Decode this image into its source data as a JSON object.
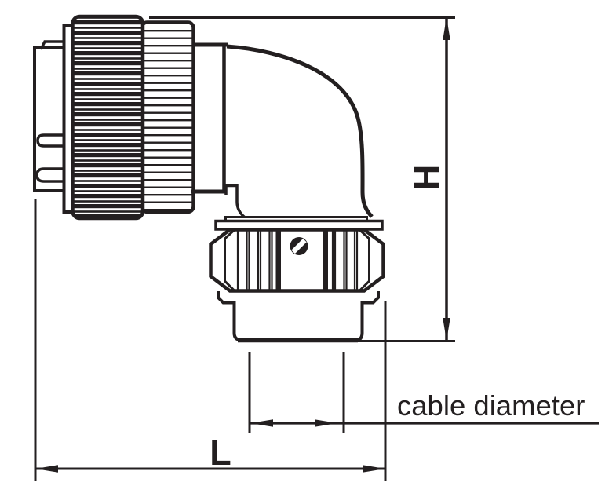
{
  "drawing": {
    "background_color": "#ffffff",
    "line_color": "#231f20"
  },
  "labels": {
    "height": "H",
    "length": "L",
    "cable": "cable diameter"
  }
}
